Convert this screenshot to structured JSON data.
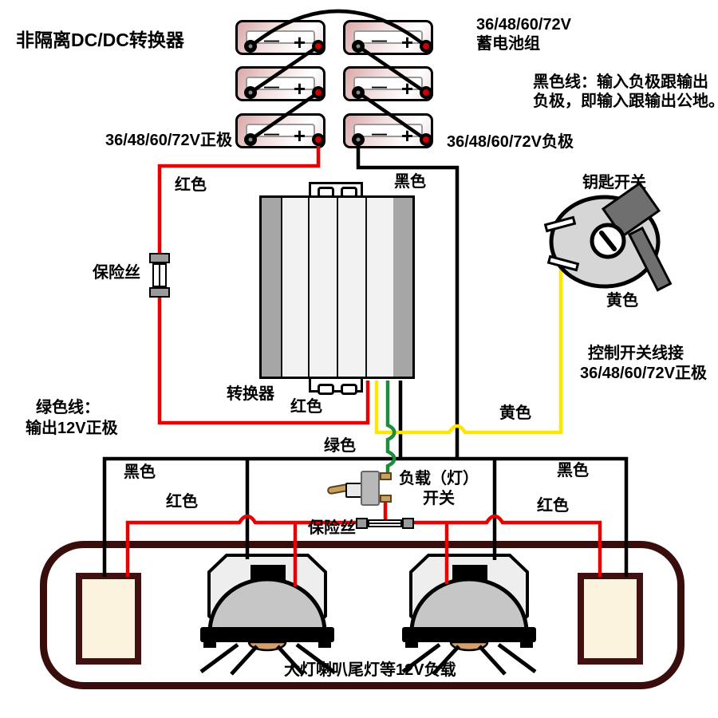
{
  "title": "非隔离DC/DC转换器",
  "battery_pack": {
    "label_line1": "36/48/60/72V",
    "label_line2": "蓄电池组",
    "plus": "+",
    "minus": "—"
  },
  "notes": {
    "black_wire_line1": "黑色线：输入负极跟输出",
    "black_wire_line2": "负极，即输入跟输出公地。",
    "green_wire_line1": "绿色线：",
    "green_wire_line2": "输出12V正极",
    "control_line1": "控制开关线接",
    "control_line2": "36/48/60/72V正极"
  },
  "terminals": {
    "positive": "36/48/60/72V正极",
    "negative": "36/48/60/72V负极"
  },
  "wire_labels": {
    "red_top": "红色",
    "black_top": "黑色",
    "red_mid": "红色",
    "green": "绿色",
    "yellow_mid": "黄色",
    "yellow_key": "黄色",
    "black_left": "黑色",
    "black_right": "黑色",
    "red_left": "红色",
    "red_right": "红色"
  },
  "components": {
    "converter": "转换器",
    "key_switch": "钥匙开关",
    "fuse_left": "保险丝",
    "fuse_bottom": "保险丝",
    "load_switch_line1": "负载（灯）",
    "load_switch_line2": "开关",
    "load_area": "大灯喇叭尾灯等12V负载"
  },
  "colors": {
    "red": "#e80000",
    "black": "#000000",
    "yellow": "#ffe600",
    "green": "#1e8c3c",
    "enclosure": "#3a0d0d",
    "cream": "#fbf3dd",
    "dome_gray": "#c6c6c6",
    "housing_gray": "#eeeeee",
    "switch_gray": "#d6d6d6",
    "key_gray": "#6f6f6f",
    "lever_tan": "#c9a15e"
  }
}
